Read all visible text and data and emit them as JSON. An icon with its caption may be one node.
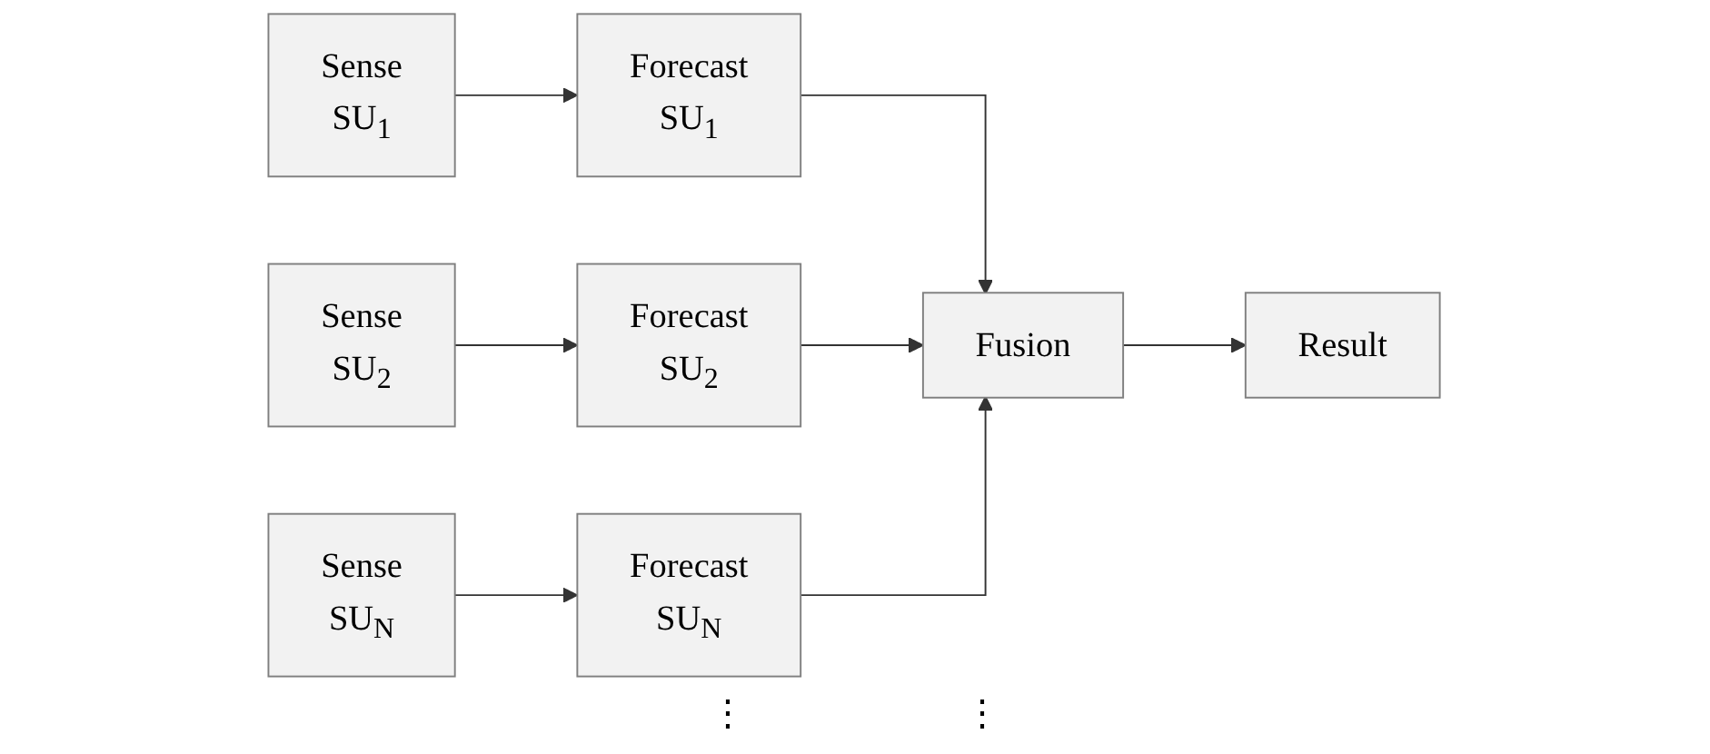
{
  "diagram": {
    "nodes": [
      {
        "text": [
          "Sense",
          "SU$_{1}$"
        ]
      },
      {
        "text": [
          "Forecast",
          "SU$_{1}$"
        ]
      },
      {
        "text": [
          "Sense",
          "SU$_{2}$"
        ]
      },
      {
        "text": [
          "Forecast",
          "SU$_{2}$"
        ]
      },
      {
        "text": [
          "Sense",
          "SU$_{N}$"
        ]
      },
      {
        "text": [
          "Forecast",
          "SU$_{N}$"
        ]
      },
      {
        "text": [
          "Fusion"
        ]
      },
      {
        "text": [
          "Result"
        ]
      }
    ],
    "edges": [
      {
        "from": 0,
        "to": 1,
        "arrow": "to"
      },
      {
        "from": 2,
        "to": 3,
        "arrow": "to"
      },
      {
        "from": 4,
        "to": 5,
        "arrow": "to"
      },
      {
        "from": 1,
        "to": 6,
        "arrow": "to"
      },
      {
        "from": 3,
        "to": 6,
        "arrow": "to"
      },
      {
        "from": 5,
        "to": 6,
        "arrow": "to"
      },
      {
        "from": 6,
        "to": 7,
        "arrow": "to"
      }
    ],
    "labels": [
      "⋮",
      "⋮"
    ]
  }
}
